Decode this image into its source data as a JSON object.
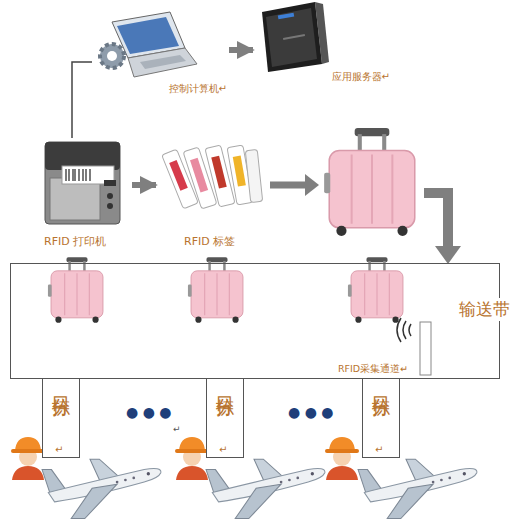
{
  "diagram": {
    "nodes": [
      {
        "text": [
          "控制计算机↵"
        ]
      },
      {
        "text": [
          "应用服务器↵"
        ]
      },
      {
        "text": [
          "RFID 打印机"
        ]
      },
      {
        "text": [
          "RFID 标签"
        ]
      },
      {
        "text": [
          "输送带"
        ]
      },
      {
        "text": [
          "RFID采集通道↵"
        ],
        "in": 4
      },
      {
        "text": [
          "分拣口",
          "↵"
        ]
      },
      {
        "text": [
          "分拣口",
          "↵"
        ]
      },
      {
        "text": [
          "分拣口",
          "↵"
        ]
      }
    ],
    "edges": [
      {
        "from": 0,
        "to": 1,
        "arrow": "to"
      },
      {
        "from": 0,
        "to": 2,
        "arrow": "none"
      },
      {
        "from": 2,
        "to": 3,
        "arrow": "to"
      }
    ],
    "labels": [
      "● ● ●",
      "↵",
      "● ● ●"
    ]
  }
}
